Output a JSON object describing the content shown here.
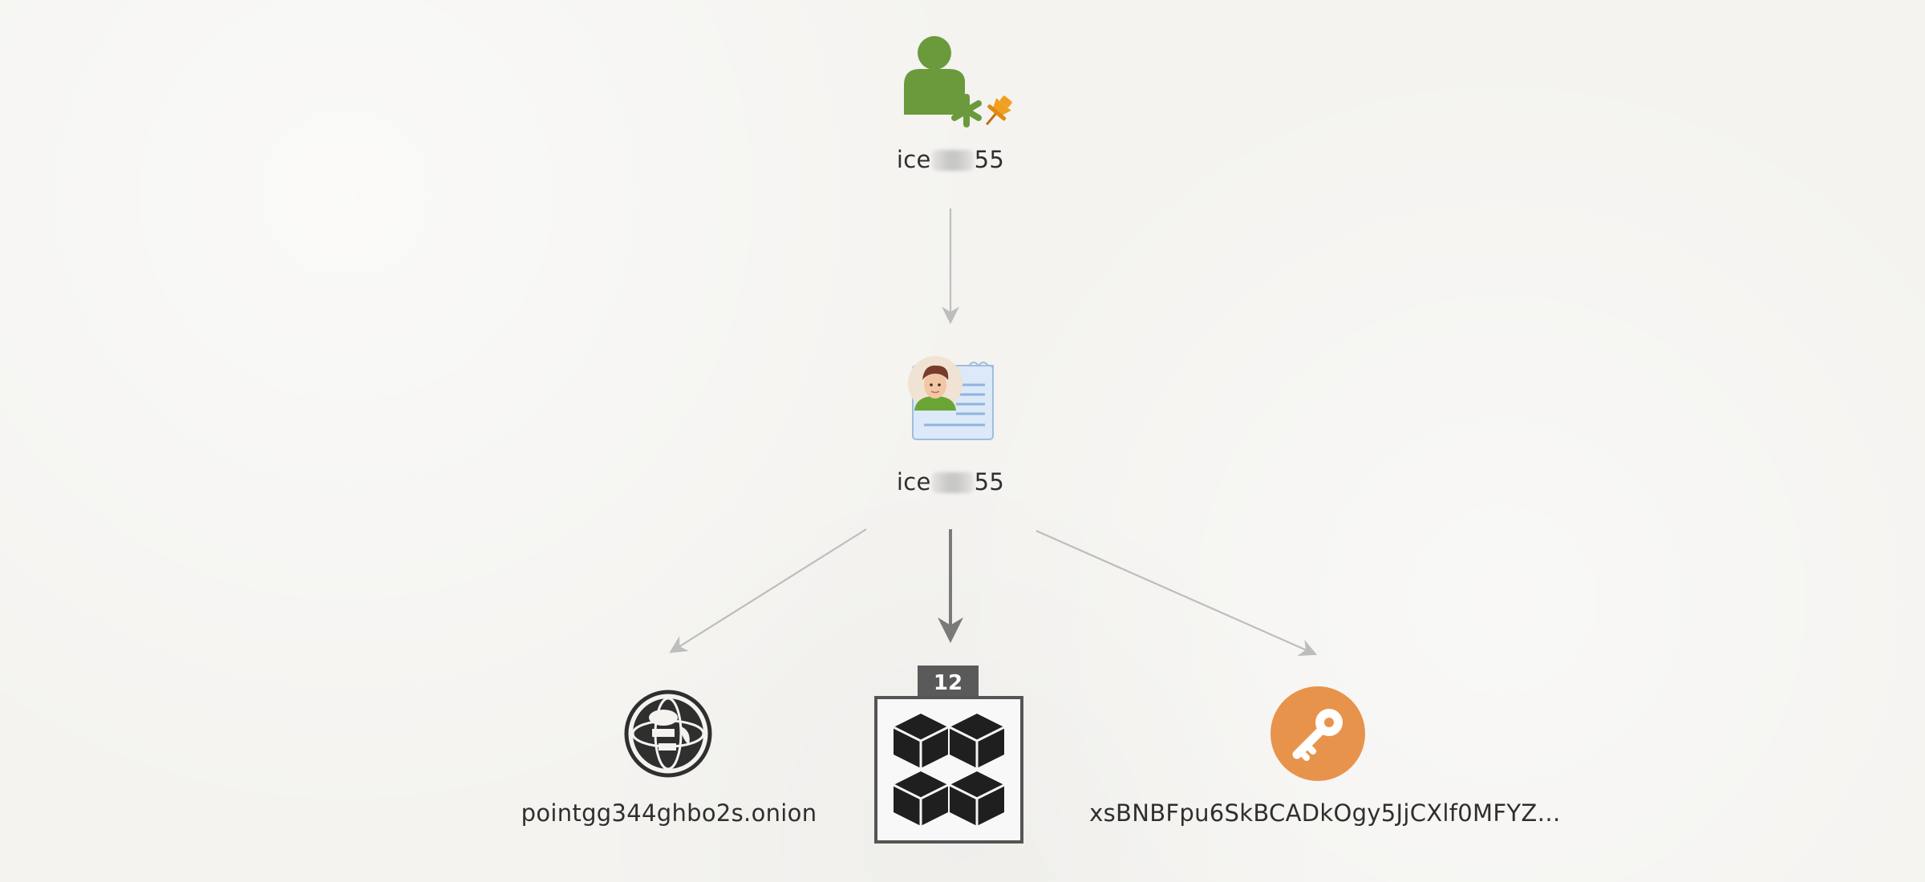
{
  "nodes": {
    "user_account": {
      "label_prefix": "ice",
      "label_suffix": "55",
      "icon": "user-pinned-icon",
      "color": "#6a9a3b"
    },
    "identity": {
      "label_prefix": "ice",
      "label_suffix": "55",
      "icon": "identity-card-icon"
    },
    "onion_site": {
      "label": "pointgg344ghbo2s.onion",
      "icon": "onion-globe-icon"
    },
    "item_group": {
      "count": "12",
      "icon": "cubes-group-icon"
    },
    "key": {
      "label": "xsBNBFpu6SkBCADkOgy5JjCXlf0MFYZ…",
      "icon": "key-icon",
      "color": "#e8934b"
    }
  }
}
